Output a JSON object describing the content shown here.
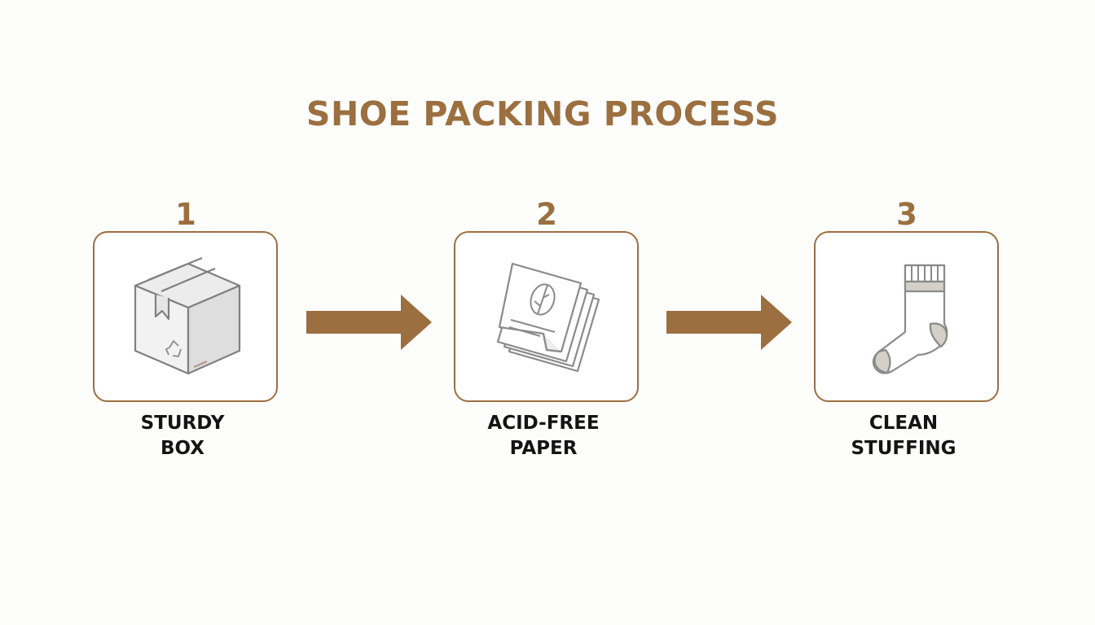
{
  "title": "SHOE PACKING PROCESS",
  "colors": {
    "accent": "#9b6f3f",
    "text": "#141414",
    "icon_line": "#8a8a8a",
    "background": "#fdfdfc"
  },
  "steps": [
    {
      "number": "1",
      "label_line1": "STURDY",
      "label_line2": "BOX",
      "icon": "box-icon"
    },
    {
      "number": "2",
      "label_line1": "ACID-FREE",
      "label_line2": "PAPER",
      "icon": "paper-icon"
    },
    {
      "number": "3",
      "label_line1": "CLEAN",
      "label_line2": "STUFFING",
      "icon": "sock-icon"
    }
  ]
}
